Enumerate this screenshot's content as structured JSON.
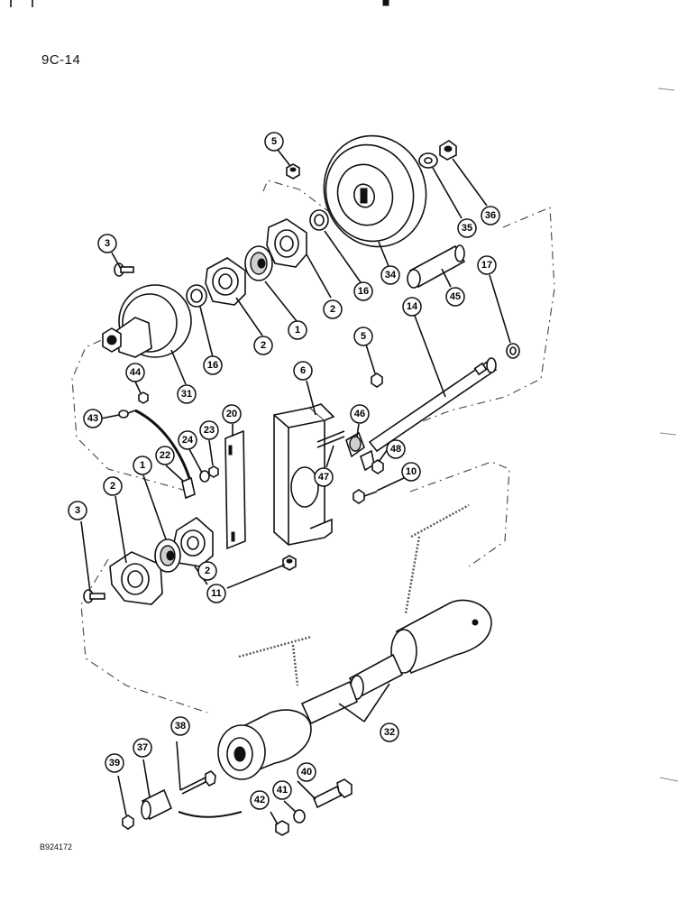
{
  "page_label": "9C-14",
  "figure_code": "B924172",
  "callouts": [
    "5",
    "34",
    "35",
    "36",
    "3",
    "2",
    "1",
    "16",
    "17",
    "45",
    "14",
    "31",
    "44",
    "43",
    "6",
    "46",
    "47",
    "48",
    "20",
    "23",
    "24",
    "22",
    "10",
    "11",
    "37",
    "38",
    "39",
    "32",
    "40",
    "41",
    "42"
  ]
}
